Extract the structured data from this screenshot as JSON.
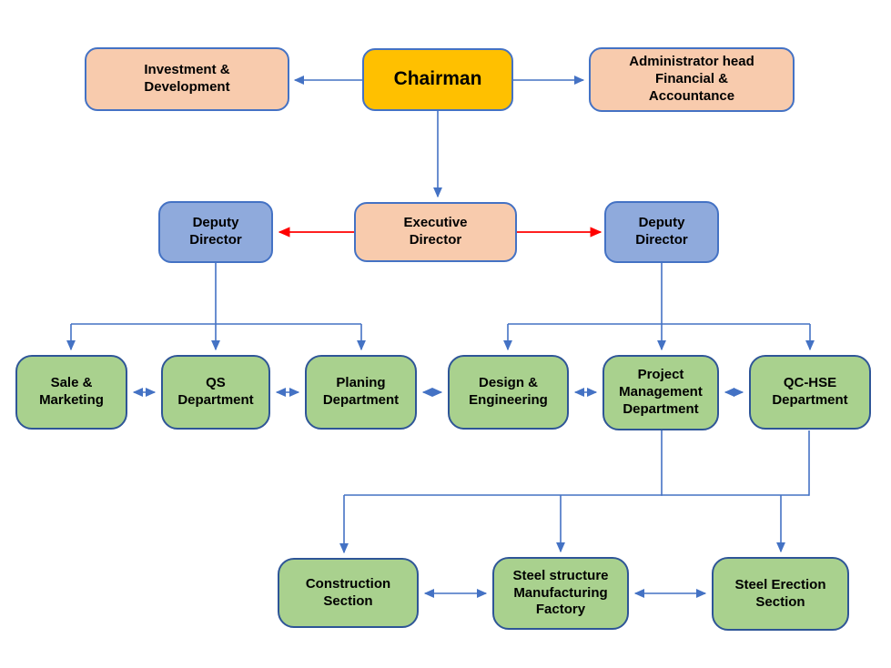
{
  "diagram": {
    "type": "org-chart",
    "nodes": [
      {
        "id": "investment-development",
        "label": "Investment &\nDevelopment",
        "fill": "#F8CBAD"
      },
      {
        "id": "chairman",
        "label": "Chairman",
        "fill": "#FFC000"
      },
      {
        "id": "administrator-head",
        "label": "Administrator head\nFinancial &\nAccountance",
        "fill": "#F8CBAD"
      },
      {
        "id": "deputy-director-left",
        "label": "Deputy\nDirector",
        "fill": "#8FAADC"
      },
      {
        "id": "executive-director",
        "label": "Executive\nDirector",
        "fill": "#F8CBAD"
      },
      {
        "id": "deputy-director-right",
        "label": "Deputy\nDirector",
        "fill": "#8FAADC"
      },
      {
        "id": "sale-marketing",
        "label": "Sale &\nMarketing",
        "fill": "#A9D18E"
      },
      {
        "id": "qs-department",
        "label": "QS\nDepartment",
        "fill": "#A9D18E"
      },
      {
        "id": "planing-department",
        "label": "Planing\nDepartment",
        "fill": "#A9D18E"
      },
      {
        "id": "design-engineering",
        "label": "Design &\nEngineering",
        "fill": "#A9D18E"
      },
      {
        "id": "project-management-department",
        "label": "Project\nManagement\nDepartment",
        "fill": "#A9D18E"
      },
      {
        "id": "qc-hse-department",
        "label": "QC-HSE\nDepartment",
        "fill": "#A9D18E"
      },
      {
        "id": "construction-section",
        "label": "Construction\nSection",
        "fill": "#A9D18E"
      },
      {
        "id": "steel-structure-manufacturing-factory",
        "label": "Steel structure\nManufacturing\nFactory",
        "fill": "#A9D18E"
      },
      {
        "id": "steel-erection-section",
        "label": "Steel Erection\nSection",
        "fill": "#A9D18E"
      }
    ],
    "edges": [
      {
        "from": "chairman",
        "to": "investment-development",
        "style": "arrow",
        "color": "#4472C4"
      },
      {
        "from": "chairman",
        "to": "administrator-head",
        "style": "arrow",
        "color": "#4472C4"
      },
      {
        "from": "chairman",
        "to": "executive-director",
        "style": "arrow",
        "color": "#4472C4"
      },
      {
        "from": "executive-director",
        "to": "deputy-director-left",
        "style": "arrow",
        "color": "#FF0000"
      },
      {
        "from": "executive-director",
        "to": "deputy-director-right",
        "style": "arrow",
        "color": "#FF0000"
      },
      {
        "from": "deputy-director-left",
        "to": "sale-marketing",
        "style": "arrow",
        "color": "#4472C4"
      },
      {
        "from": "deputy-director-left",
        "to": "qs-department",
        "style": "arrow",
        "color": "#4472C4"
      },
      {
        "from": "deputy-director-left",
        "to": "planing-department",
        "style": "arrow",
        "color": "#4472C4"
      },
      {
        "from": "deputy-director-right",
        "to": "design-engineering",
        "style": "arrow",
        "color": "#4472C4"
      },
      {
        "from": "deputy-director-right",
        "to": "project-management-department",
        "style": "arrow",
        "color": "#4472C4"
      },
      {
        "from": "deputy-director-right",
        "to": "qc-hse-department",
        "style": "arrow",
        "color": "#4472C4"
      },
      {
        "from": "sale-marketing",
        "to": "qs-department",
        "style": "double-arrow",
        "color": "#4472C4"
      },
      {
        "from": "qs-department",
        "to": "planing-department",
        "style": "double-arrow",
        "color": "#4472C4"
      },
      {
        "from": "planing-department",
        "to": "design-engineering",
        "style": "double-arrow",
        "color": "#4472C4"
      },
      {
        "from": "design-engineering",
        "to": "project-management-department",
        "style": "double-arrow",
        "color": "#4472C4"
      },
      {
        "from": "project-management-department",
        "to": "qc-hse-department",
        "style": "double-arrow",
        "color": "#4472C4"
      },
      {
        "from": "project-management-department",
        "to": "construction-section",
        "style": "arrow",
        "color": "#4472C4"
      },
      {
        "from": "project-management-department",
        "to": "steel-structure-manufacturing-factory",
        "style": "arrow",
        "color": "#4472C4"
      },
      {
        "from": "project-management-department",
        "to": "steel-erection-section",
        "style": "arrow",
        "color": "#4472C4"
      },
      {
        "from": "qc-hse-department",
        "to": "steel-erection-section",
        "style": "arrow",
        "color": "#4472C4"
      },
      {
        "from": "construction-section",
        "to": "steel-structure-manufacturing-factory",
        "style": "double-arrow",
        "color": "#4472C4"
      },
      {
        "from": "steel-structure-manufacturing-factory",
        "to": "steel-erection-section",
        "style": "double-arrow",
        "color": "#4472C4"
      }
    ],
    "colors": {
      "peach_fill": "#F8CBAD",
      "gold_fill": "#FFC000",
      "blue_fill": "#8FAADC",
      "green_fill": "#A9D18E",
      "box_border": "#4472C4",
      "green_border": "#2E5597",
      "connector": "#4472C4",
      "red_connector": "#FF0000",
      "background": "#FFFFFF"
    }
  }
}
